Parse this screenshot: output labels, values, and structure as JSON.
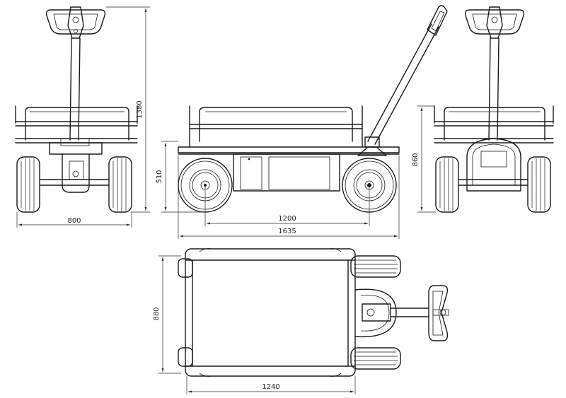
{
  "dimensions": {
    "front_width": "800",
    "overall_height": "1380",
    "side_deck_height": "510",
    "wheelbase": "1200",
    "overall_length": "1635",
    "rear_rail_height": "860",
    "top_width": "880",
    "top_length": "1240"
  },
  "colors": {
    "line": "#1a1a1a",
    "background": "#ffffff"
  }
}
